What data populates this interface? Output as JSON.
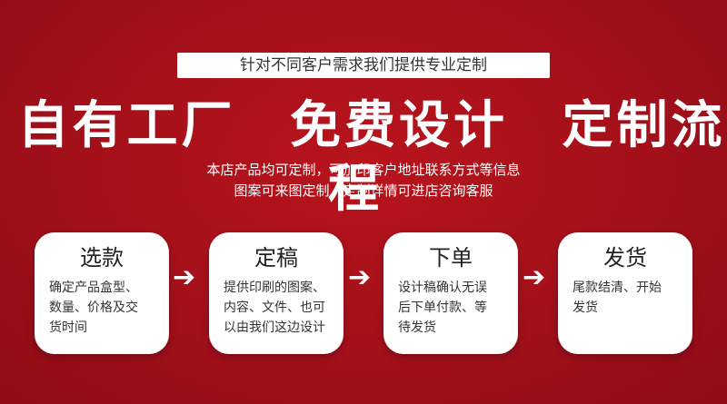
{
  "tagline": "针对不同客户需求我们提供专业定制",
  "headline": [
    "自有工厂",
    "免费设计",
    "定制流程"
  ],
  "description": [
    "本店产品均可定制，可加印客户地址联系方式等信息",
    "图案可来图定制，定制详情可进店咨询客服"
  ],
  "steps": [
    {
      "title": "选款",
      "lines": [
        "确定产品盒型、",
        "数量、价格及交",
        "货时间"
      ]
    },
    {
      "title": "定稿",
      "lines": [
        "提供印刷的图案、",
        "内容、文件、也可",
        "以由我们这边设计"
      ]
    },
    {
      "title": "下单",
      "lines": [
        "设计稿确认无误",
        "后下单付款、等",
        "待发货"
      ]
    },
    {
      "title": "发货",
      "lines": [
        "尾款结清、开始",
        "发货"
      ]
    }
  ],
  "arrow_icon": "arrow-right-icon",
  "colors": {
    "background": "#a3101a",
    "card": "#ffffff"
  }
}
